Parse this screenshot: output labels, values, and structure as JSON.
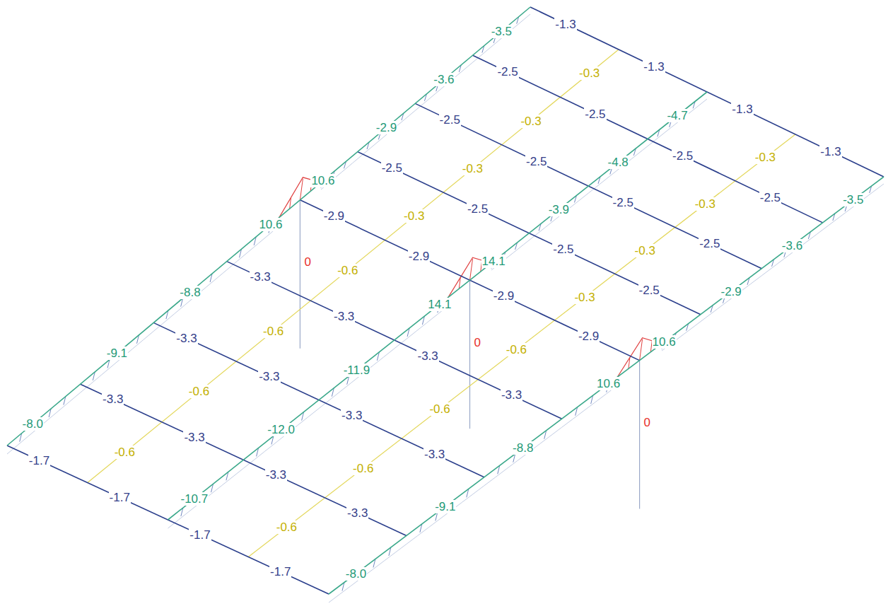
{
  "diagram": {
    "labels": [
      "-1.3",
      "-1.3",
      "-1.3",
      "-1.3",
      "-2.5",
      "-2.5",
      "-2.5",
      "-2.5",
      "-2.5",
      "-2.5",
      "-2.5",
      "-2.5",
      "-2.5",
      "-2.5",
      "-2.5",
      "-2.5",
      "-2.9",
      "-2.9",
      "-2.9",
      "-2.9",
      "-3.3",
      "-3.3",
      "-3.3",
      "-3.3",
      "-3.3",
      "-3.3",
      "-3.3",
      "-3.3",
      "-3.3",
      "-3.3",
      "-3.3",
      "-3.3",
      "-1.7",
      "-1.7",
      "-1.7",
      "-1.7",
      "-0.3",
      "-0.3",
      "-0.3",
      "-0.3",
      "-0.3",
      "-0.3",
      "-0.3",
      "-0.3",
      "-0.6",
      "-0.6",
      "-0.6",
      "-0.6",
      "-0.6",
      "-0.6",
      "-0.6",
      "-0.6",
      "-3.5",
      "-3.6",
      "-2.9",
      "10.6",
      "10.6",
      "-8.8",
      "-9.1",
      "-8.0",
      "-4.7",
      "-4.8",
      "-3.9",
      "14.1",
      "14.1",
      "-11.9",
      "-12.0",
      "-10.7",
      "-3.5",
      "-3.6",
      "-2.9",
      "10.6",
      "10.6",
      "-8.8",
      "-9.1",
      "-8.0",
      "0",
      "0",
      "0"
    ]
  }
}
